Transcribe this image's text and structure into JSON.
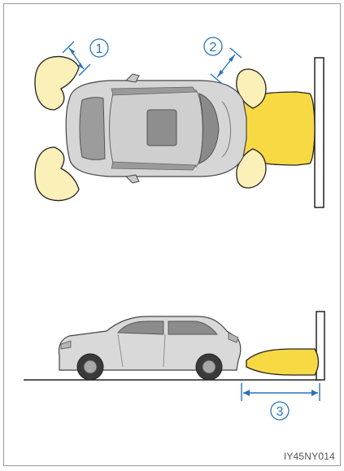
{
  "callouts": {
    "one": "1",
    "two": "2",
    "three": "3"
  },
  "image_code": "IY45NY014",
  "colors": {
    "sensor_zone_light": "#fbf0b8",
    "sensor_zone_bright": "#f7d944",
    "zone_stroke": "#222222",
    "callout_blue": "#2a74b8",
    "car_body": "#d6d6d6",
    "car_dark": "#3a3a3a",
    "wall": "#ffffff"
  }
}
